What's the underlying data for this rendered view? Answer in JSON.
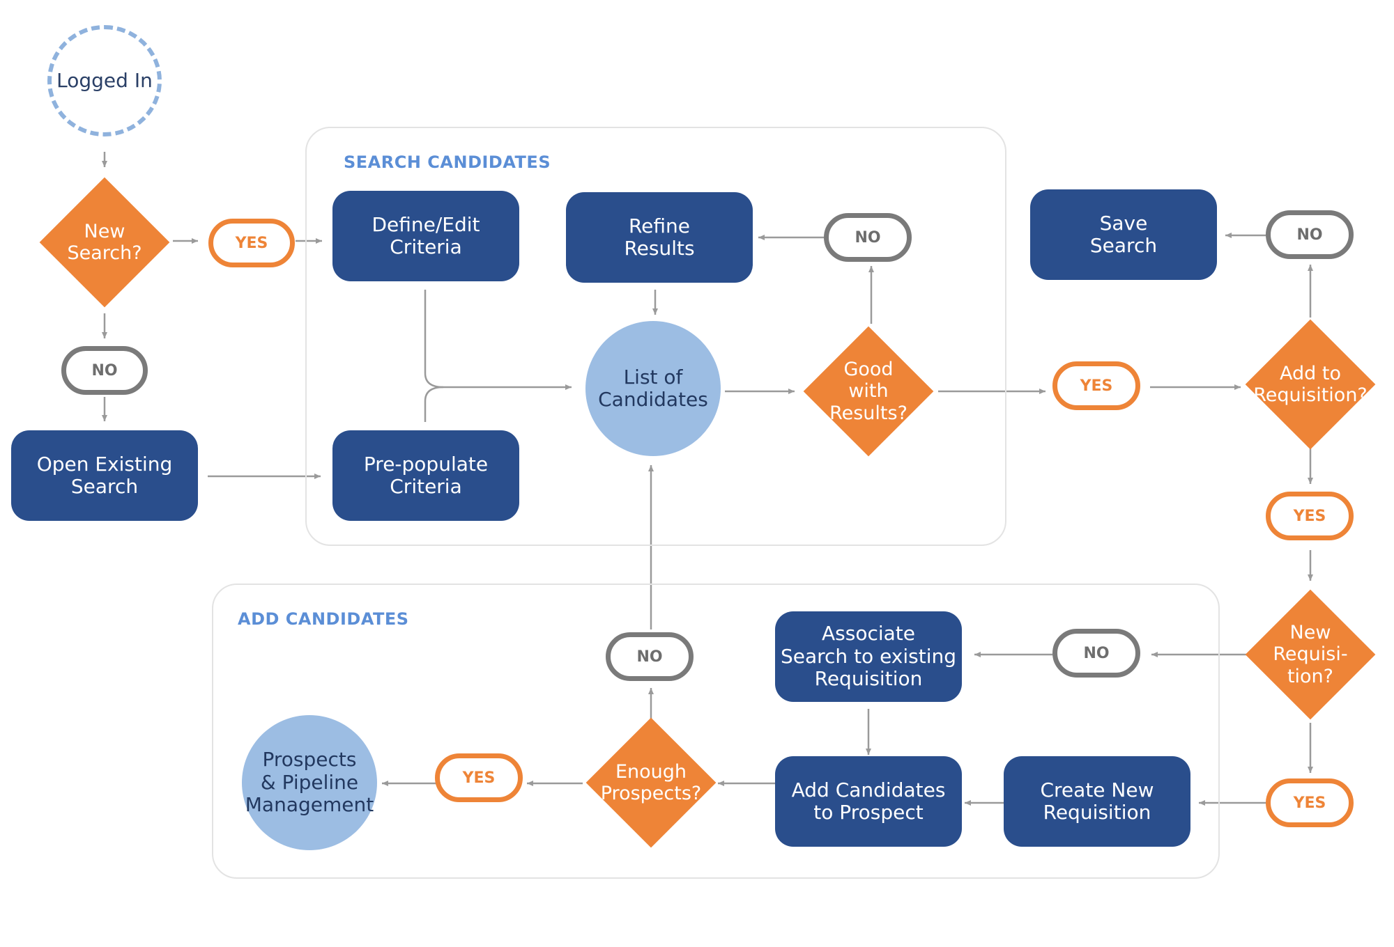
{
  "groups": {
    "search": "SEARCH CANDIDATES",
    "add": "ADD CANDIDATES"
  },
  "nodes": {
    "logged_in": "Logged In",
    "new_search": "New\nSearch?",
    "yes_1": "YES",
    "no_1": "NO",
    "open_existing": "Open Existing\nSearch",
    "define_edit": "Define/Edit\nCriteria",
    "prepopulate": "Pre-populate\nCriteria",
    "refine": "Refine\nResults",
    "list_candidates": "List of\nCandidates",
    "no_2": "NO",
    "good_results": "Good\nwith\nResults?",
    "yes_2": "YES",
    "save_search": "Save\nSearch",
    "no_3": "NO",
    "add_req": "Add to\nRequisition?",
    "yes_3": "YES",
    "new_req": "New\nRequisi-\ntion?",
    "no_4": "NO",
    "associate": "Associate\nSearch to existing\nRequisition",
    "yes_4": "YES",
    "create_req": "Create New\nRequisition",
    "add_prospect": "Add Candidates\nto Prospect",
    "enough": "Enough\nProspects?",
    "no_5": "NO",
    "yes_5": "YES",
    "pipeline": "Prospects\n& Pipeline\nManagement"
  },
  "colors": {
    "process": "#2a4e8c",
    "decision": "#ee8437",
    "circle": "#9cbde3",
    "no_pill": "#7a7a7a",
    "group_label": "#5b8ed6",
    "connector": "#9a9a9a"
  }
}
